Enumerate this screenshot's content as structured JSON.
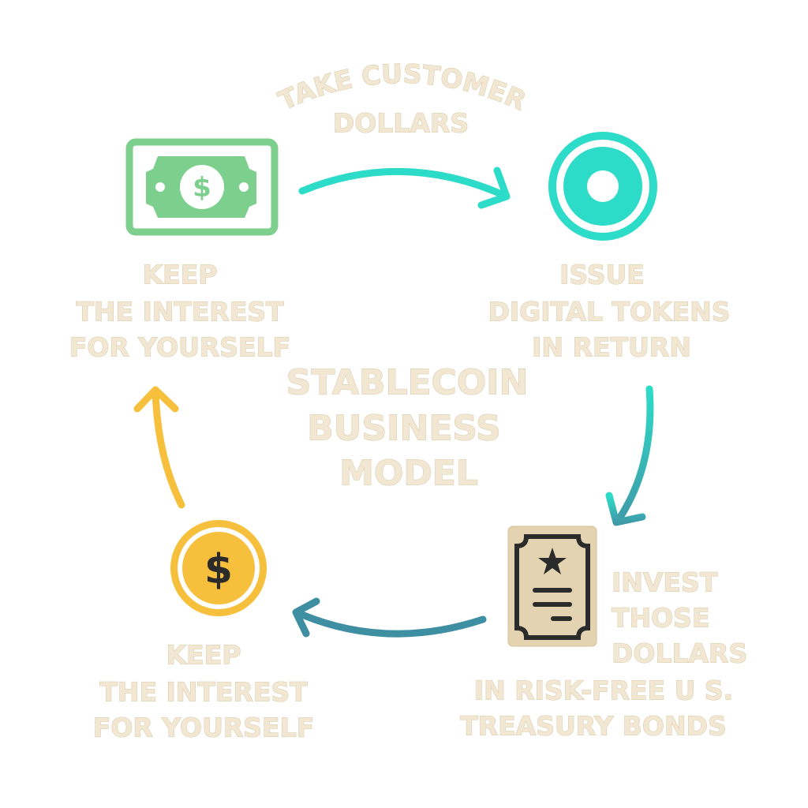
{
  "title": [
    "STABLECOIN",
    "BUSINESS",
    "MODEL"
  ],
  "steps": {
    "take": {
      "lines": [
        "TAKE CUSTOMER",
        "DOLLARS"
      ],
      "icon": "cash-bill-icon"
    },
    "issue": {
      "lines": [
        "ISSUE",
        "DIGITAL TOKENS",
        "IN RETURN"
      ],
      "icon": "token-icon"
    },
    "invest": {
      "lines": [
        "INVEST",
        "THOSE",
        "DOLLARS",
        "IN RISK-FREE U S.",
        "TREASURY BONDS"
      ],
      "icon": "treasury-bond-icon"
    },
    "keep_bottom": {
      "lines": [
        "KEEP",
        "THE INTEREST",
        "FOR YOURSELF"
      ],
      "icon": "dollar-coin-icon"
    },
    "keep_top": {
      "lines": [
        "KEEP",
        "THE INTEREST",
        "FOR YOURSELF"
      ]
    }
  },
  "colors": {
    "green": "#7dcf8e",
    "teal": "#2ddcc8",
    "blue_teal": "#3f8fa3",
    "yellow": "#f6bf3c",
    "beige": "#e3d3b0",
    "dark": "#2b2b2b",
    "text_fill": "#f1e7d2",
    "text_stroke": "#d9cbaa"
  }
}
